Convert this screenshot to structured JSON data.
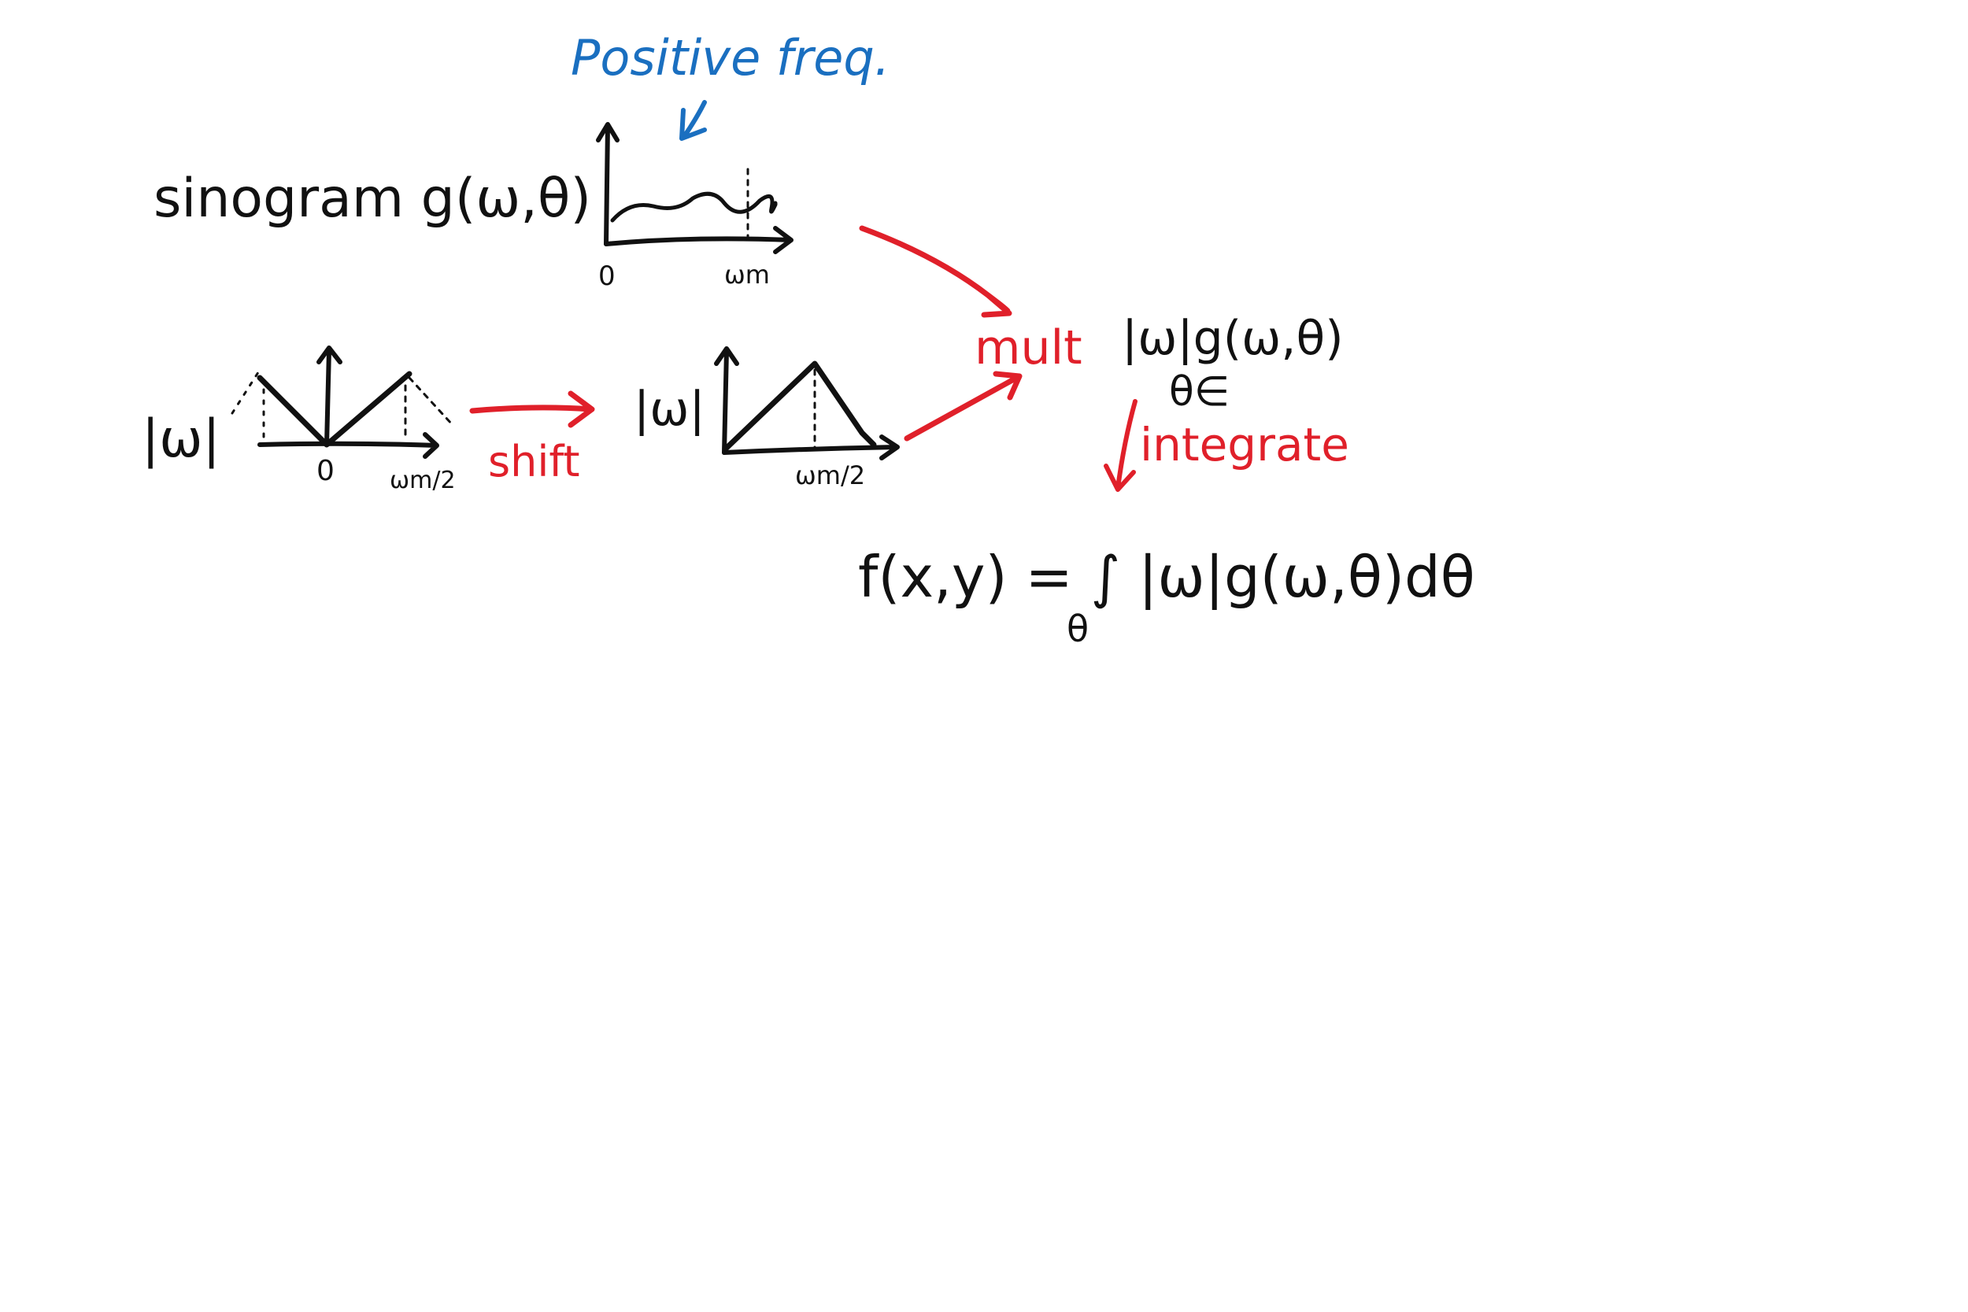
{
  "annotations": {
    "positive_freq": "Positive freq.",
    "sinogram": "sinogram g(ω,θ)",
    "abs_omega_left": "|ω|",
    "abs_omega_mid": "|ω|",
    "shift": "shift",
    "mult": "mult",
    "product": "|ω|g(ω,θ)",
    "theta_in": "θ∈",
    "integrate": "integrate",
    "formula_main": "f(x,y) = ∫ |ω|g(ω,θ)dθ",
    "formula_sub": "θ"
  },
  "axis_labels": {
    "sino_zero": "0",
    "sino_wm": "ωm",
    "left_zero": "0",
    "left_wm2": "ωm/2",
    "mid_wm2": "ωm/2"
  },
  "colors": {
    "black": "#111111",
    "blue": "#1a6fc0",
    "red": "#e0202a"
  }
}
